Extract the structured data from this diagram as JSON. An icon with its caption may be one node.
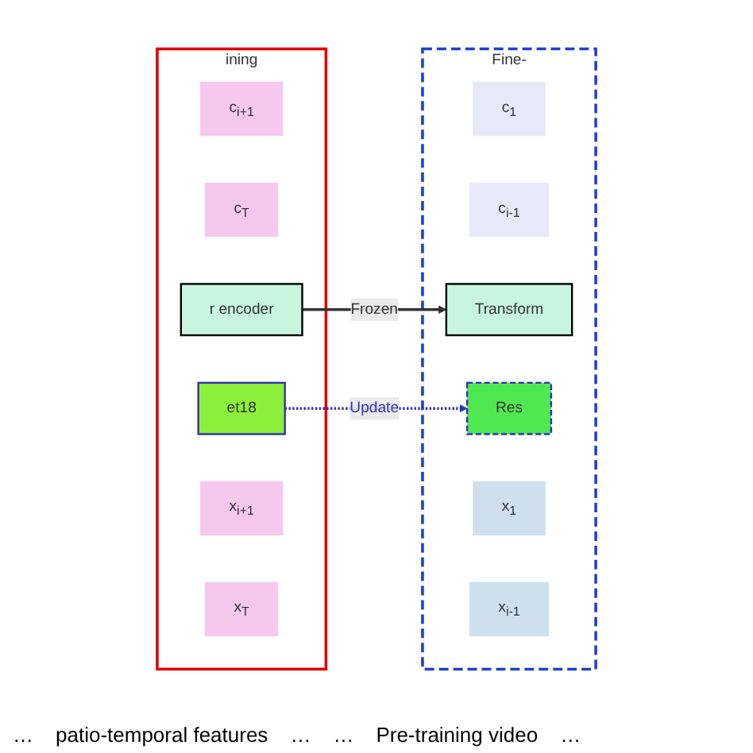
{
  "diagram": {
    "nodes": [
      {
        "text": [
          "ining"
        ]
      },
      {
        "text": [
          "c$_{i+1}$"
        ],
        "in": 0
      },
      {
        "text": [
          "c$_{T}$"
        ],
        "in": 0
      },
      {
        "text": [
          "r encoder"
        ],
        "in": 0
      },
      {
        "text": [
          "et18"
        ],
        "in": 0
      },
      {
        "text": [
          "x$_{i+1}$"
        ],
        "in": 0
      },
      {
        "text": [
          "x$_{T}$"
        ],
        "in": 0
      },
      {
        "text": [
          "Fine-"
        ]
      },
      {
        "text": [
          "c$_{1}$"
        ],
        "in": 7
      },
      {
        "text": [
          "c$_{i-1}$"
        ],
        "in": 7
      },
      {
        "text": [
          "Transform"
        ],
        "in": 7
      },
      {
        "text": [
          "Res"
        ],
        "in": 7
      },
      {
        "text": [
          "x$_{1}$"
        ],
        "in": 7
      },
      {
        "text": [
          "x$_{i-1}$"
        ],
        "in": 7
      }
    ],
    "edges": [
      {
        "from": 3,
        "to": 10,
        "arrow": "to",
        "label": "Frozen"
      },
      {
        "from": 4,
        "to": 11,
        "arrow": "to",
        "label": "Update",
        "style": "dashed",
        "color": "#3030c0"
      }
    ],
    "labels": [
      "…",
      "patio-temporal features",
      "…",
      "…",
      "Pre-training video",
      "…"
    ]
  }
}
